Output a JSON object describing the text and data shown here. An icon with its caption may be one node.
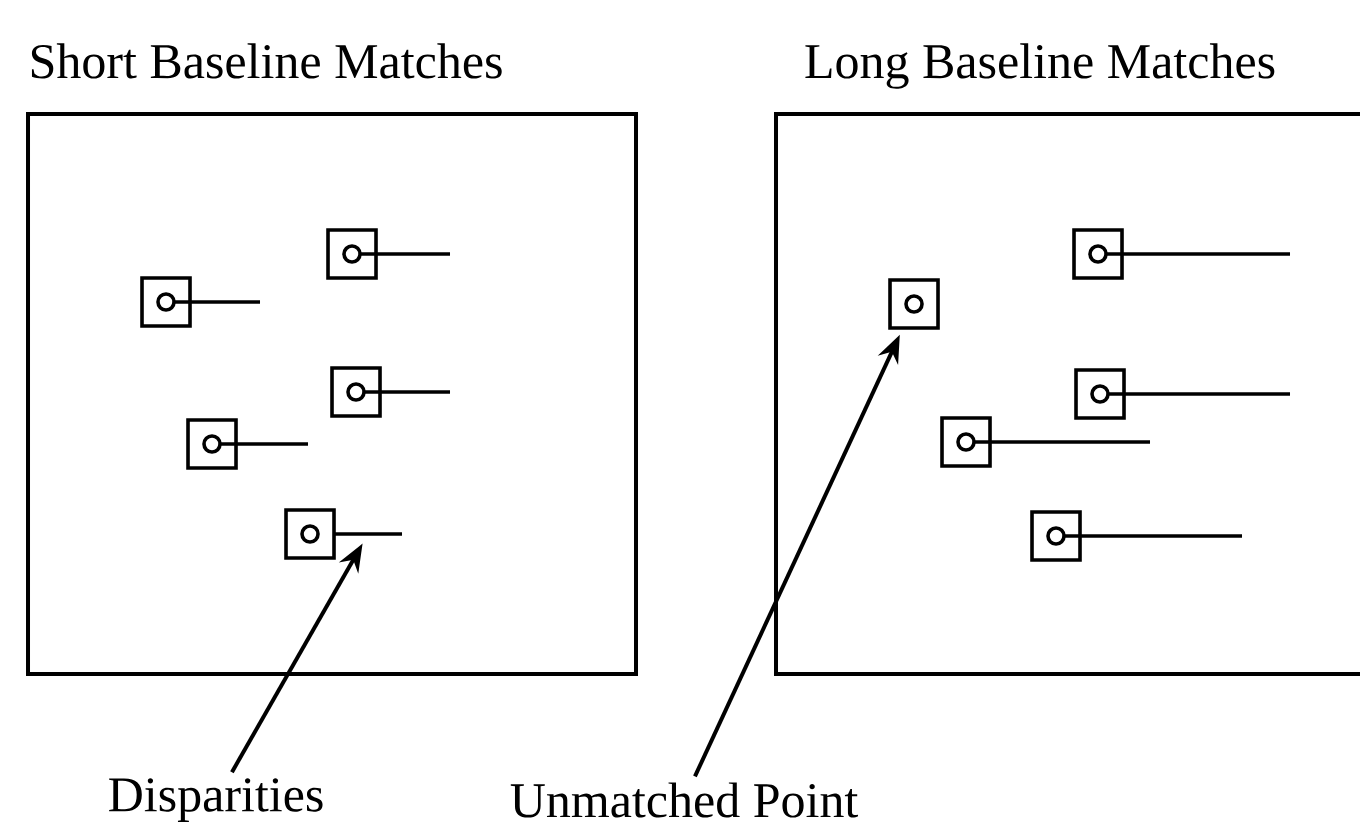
{
  "diagram": {
    "nodes": [
      {
        "text": [
          "Short Baseline Matches"
        ]
      },
      {
        "text": [],
        "shape": "box",
        "in": 0
      },
      {
        "text": [],
        "shape": "box",
        "in": 0
      },
      {
        "text": [],
        "shape": "box",
        "in": 0
      },
      {
        "text": [],
        "shape": "box",
        "in": 0
      },
      {
        "text": [],
        "shape": "box",
        "in": 0
      },
      {
        "text": [],
        "shape": "line",
        "in": 0
      },
      {
        "text": [
          "Long Baseline Matches"
        ]
      },
      {
        "text": [],
        "shape": "box",
        "in": 7
      },
      {
        "text": [],
        "shape": "box",
        "in": 7
      },
      {
        "text": [],
        "shape": "box",
        "in": 7
      },
      {
        "text": [],
        "shape": "box",
        "in": 7
      },
      {
        "text": [],
        "shape": "box",
        "in": 7
      },
      {
        "text": [
          "Disparities"
        ]
      },
      {
        "text": [
          "Unmatched Point"
        ]
      }
    ],
    "edges": [
      {
        "from": 13,
        "to": 6,
        "arrow": "to"
      },
      {
        "from": 14,
        "to": 9,
        "arrow": "to"
      }
    ]
  }
}
